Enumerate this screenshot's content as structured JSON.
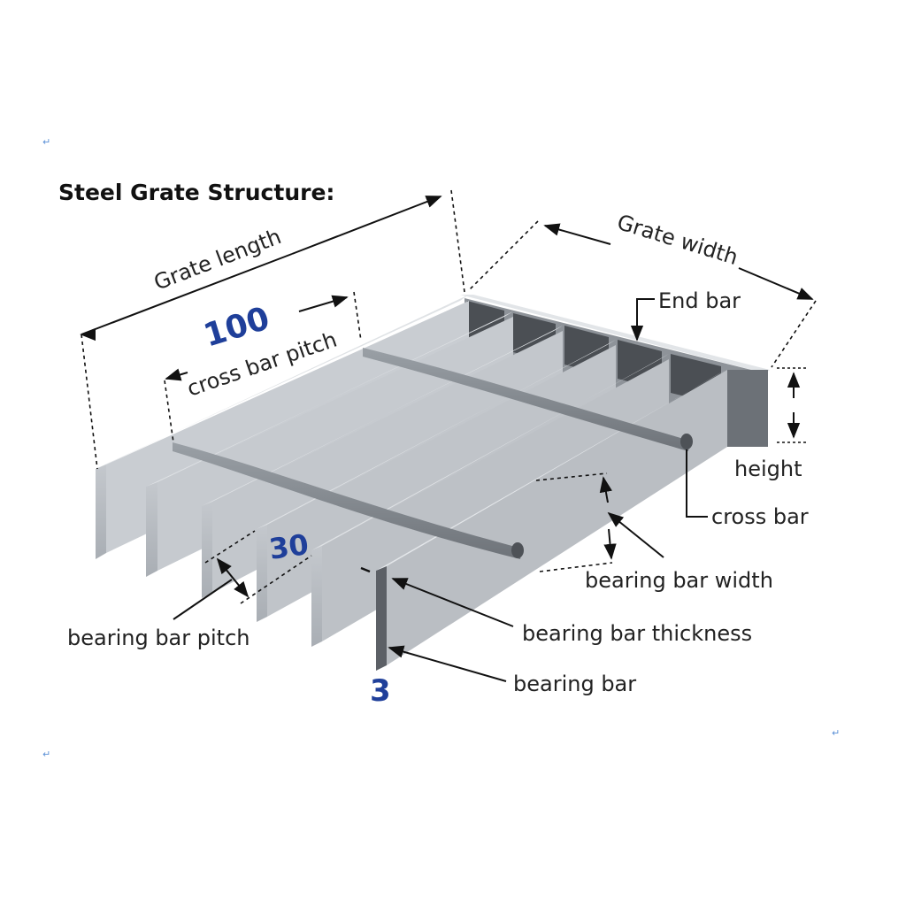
{
  "title": "Steel Grate Structure:",
  "dimensions": {
    "grate_length": "Grate length",
    "grate_width": "Grate width",
    "cross_bar_pitch": "cross bar pitch",
    "cross_bar_pitch_value": "100",
    "bearing_bar_pitch": "bearing bar pitch",
    "bearing_bar_pitch_value": "30",
    "bearing_bar_thickness_value": "3",
    "height": "height"
  },
  "parts": {
    "end_bar": "End bar",
    "cross_bar": "cross bar",
    "bearing_bar_width": "bearing bar width",
    "bearing_bar_thickness": "bearing bar thickness",
    "bearing_bar": "bearing bar"
  },
  "paragraph_marks": [
    "↵",
    "↵",
    "↵"
  ],
  "colors": {
    "steel_top": "#cfd3d8",
    "steel_face": "#b3b8be",
    "steel_dark": "#5a5e63",
    "value_blue": "#1f3f9a"
  }
}
